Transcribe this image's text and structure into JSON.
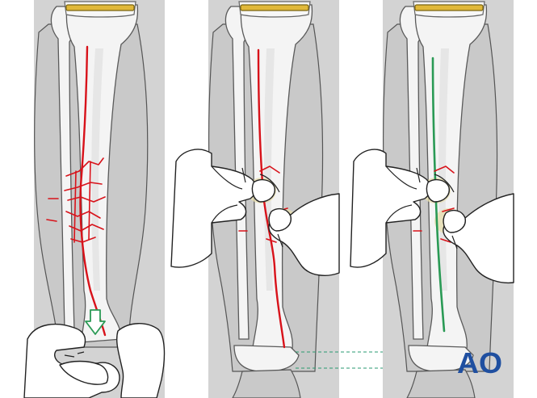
{
  "logo": {
    "text": "AO",
    "color": "#1f4fa0"
  },
  "colors": {
    "fracture_line": "#d8121a",
    "aligned_line": "#2a9a55",
    "arrow": "#2a9a55",
    "guide_line": "#2a9a70",
    "background_panel": "#d3d3d3"
  },
  "panels": [
    {
      "id": "panel-1",
      "content": [
        "tibia-fibula",
        "fracture-lines",
        "red-axis-line",
        "traction-arrow-icon",
        "foot-hands"
      ]
    },
    {
      "id": "panel-2",
      "content": [
        "tibia-fibula",
        "red-axis-line",
        "manipulating-hands",
        "alignment-guide-lines"
      ]
    },
    {
      "id": "panel-3",
      "content": [
        "tibia-fibula",
        "green-axis-line",
        "manipulating-hands"
      ]
    }
  ]
}
